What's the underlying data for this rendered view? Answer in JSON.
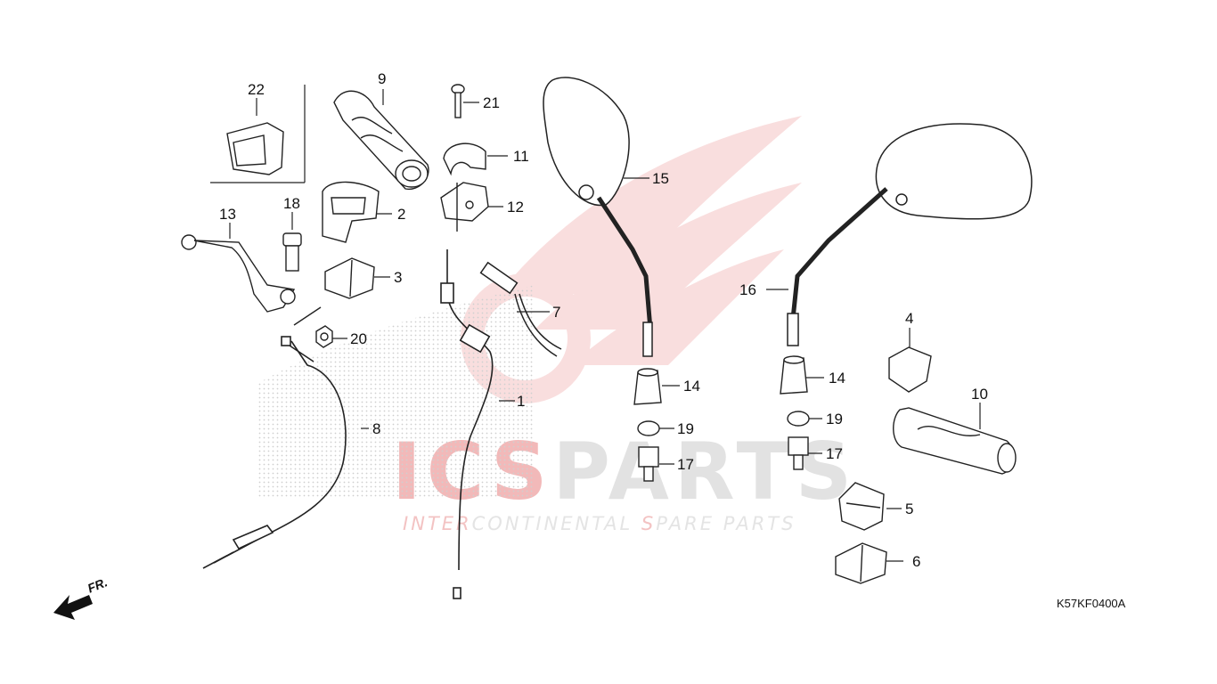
{
  "watermark": {
    "brand_a": "ICS",
    "brand_b": "PARTS",
    "tagline_a": "INTER",
    "tagline_b": "CONTINENTAL ",
    "tagline_c": "S",
    "tagline_d": "PARE PARTS"
  },
  "diagram_code": "K57KF0400A",
  "direction_label": "FR.",
  "callouts": [
    "1",
    "2",
    "3",
    "4",
    "5",
    "6",
    "7",
    "8",
    "9",
    "10",
    "11",
    "12",
    "13",
    "14",
    "14",
    "15",
    "16",
    "17",
    "17",
    "18",
    "19",
    "19",
    "20",
    "21",
    "22"
  ],
  "colors": {
    "line": "#222222",
    "watermark_red": "#f2b9b9",
    "watermark_grey": "#e2e2e2"
  }
}
